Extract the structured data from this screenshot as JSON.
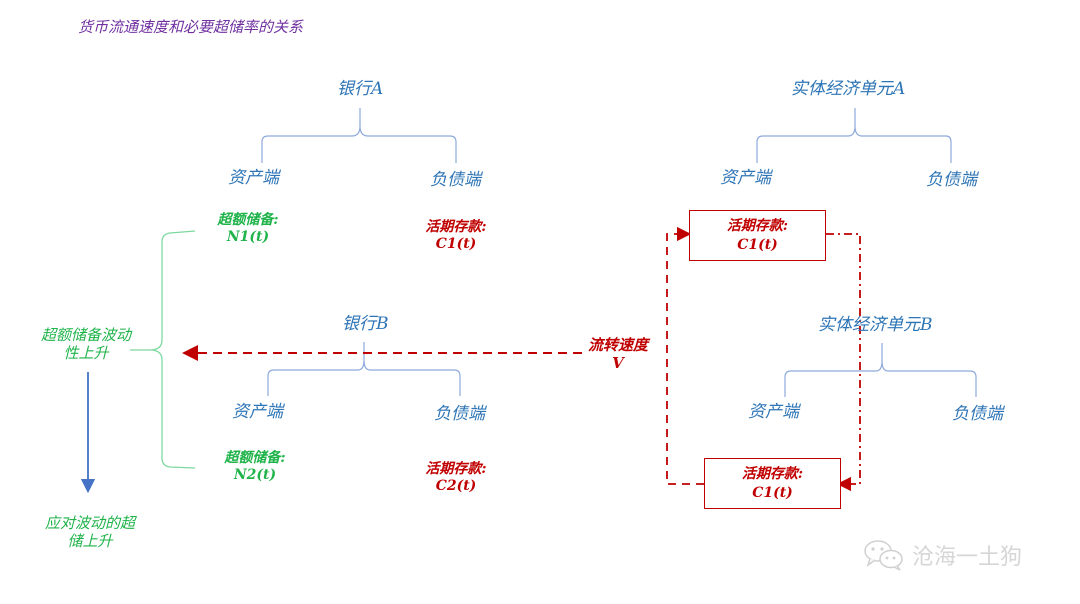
{
  "title": "货币流通速度和必要超储率的关系",
  "bank_a": {
    "name": "银行A",
    "asset_label": "资产端",
    "liability_label": "负债端",
    "asset_item": {
      "label": "超额储备:",
      "value": "N1(t)"
    },
    "liability_item": {
      "label": "活期存款:",
      "value": "C1(t)"
    }
  },
  "bank_b": {
    "name": "银行B",
    "asset_label": "资产端",
    "liability_label": "负债端",
    "asset_item": {
      "label": "超额储备:",
      "value": "N2(t)"
    },
    "liability_item": {
      "label": "活期存款:",
      "value": "C2(t)"
    }
  },
  "entity_a": {
    "name": "实体经济单元A",
    "asset_label": "资产端",
    "liability_label": "负债端",
    "deposit_box": {
      "label": "活期存款:",
      "value": "C1(t)"
    }
  },
  "entity_b": {
    "name": "实体经济单元B",
    "asset_label": "资产端",
    "liability_label": "负债端",
    "deposit_box": {
      "label": "活期存款:",
      "value": "C1(t)"
    }
  },
  "velocity_label": "流转速度V",
  "volatility_label": "超额储备波动性上升",
  "result_label": "应对波动的超储上升",
  "watermark": {
    "icon": "wechat-icon",
    "text": "沧海一土狗"
  },
  "colors": {
    "title": "#7030a0",
    "node": "#2e75b6",
    "reserve": "#1fb34a",
    "deposit": "#c00000",
    "bracket": "#8eaadb",
    "green_bracket": "#7dd8a0",
    "arrow_blue": "#4472c4"
  }
}
